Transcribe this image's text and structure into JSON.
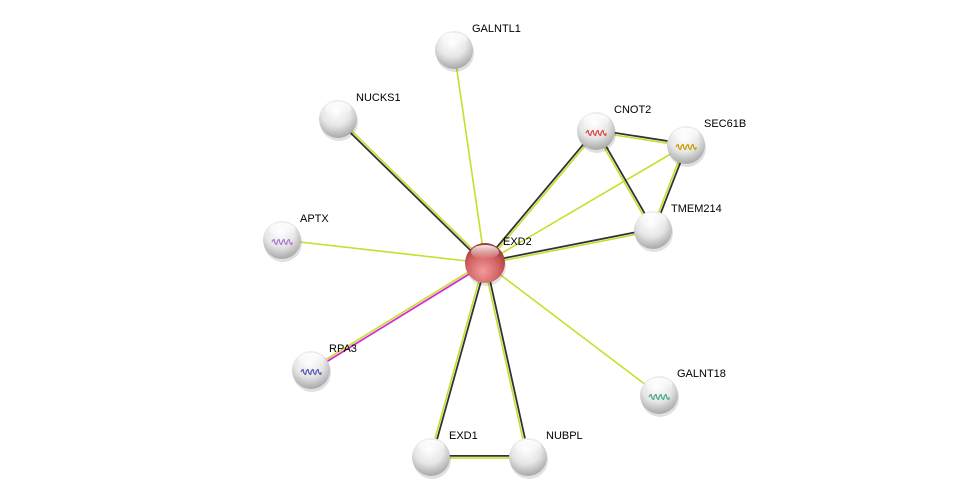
{
  "network": {
    "colors": {
      "textmining": "#c4e02a",
      "coexpression": "#333333",
      "experiments": "#d629d6",
      "query_node": "#d35a5a",
      "node": "#e8e8e8"
    },
    "nodes": [
      {
        "id": "EXD2",
        "label": "EXD2",
        "query": true
      },
      {
        "id": "GALNTL1",
        "label": "GALNTL1"
      },
      {
        "id": "NUCKS1",
        "label": "NUCKS1"
      },
      {
        "id": "CNOT2",
        "label": "CNOT2",
        "structure": "#d44"
      },
      {
        "id": "SEC61B",
        "label": "SEC61B",
        "structure": "#c90"
      },
      {
        "id": "TMEM214",
        "label": "TMEM214"
      },
      {
        "id": "APTX",
        "label": "APTX",
        "structure": "#a7c"
      },
      {
        "id": "RPA3",
        "label": "RPA3",
        "structure": "#55b"
      },
      {
        "id": "GALNT18",
        "label": "GALNT18",
        "structure": "#4a8"
      },
      {
        "id": "EXD1",
        "label": "EXD1"
      },
      {
        "id": "NUBPL",
        "label": "NUBPL"
      }
    ],
    "edges": [
      {
        "a": "EXD2",
        "b": "GALNTL1",
        "types": [
          "textmining"
        ]
      },
      {
        "a": "EXD2",
        "b": "NUCKS1",
        "types": [
          "coexpression",
          "textmining"
        ]
      },
      {
        "a": "EXD2",
        "b": "CNOT2",
        "types": [
          "coexpression",
          "textmining"
        ]
      },
      {
        "a": "EXD2",
        "b": "SEC61B",
        "types": [
          "textmining"
        ]
      },
      {
        "a": "EXD2",
        "b": "TMEM214",
        "types": [
          "coexpression",
          "textmining"
        ]
      },
      {
        "a": "EXD2",
        "b": "APTX",
        "types": [
          "textmining"
        ]
      },
      {
        "a": "EXD2",
        "b": "RPA3",
        "types": [
          "experiments",
          "textmining"
        ]
      },
      {
        "a": "EXD2",
        "b": "GALNT18",
        "types": [
          "textmining"
        ]
      },
      {
        "a": "EXD2",
        "b": "EXD1",
        "types": [
          "coexpression",
          "textmining"
        ]
      },
      {
        "a": "EXD2",
        "b": "NUBPL",
        "types": [
          "coexpression",
          "textmining"
        ]
      },
      {
        "a": "EXD1",
        "b": "NUBPL",
        "types": [
          "coexpression",
          "textmining"
        ]
      },
      {
        "a": "CNOT2",
        "b": "SEC61B",
        "types": [
          "coexpression",
          "textmining"
        ]
      },
      {
        "a": "CNOT2",
        "b": "TMEM214",
        "types": [
          "coexpression",
          "textmining"
        ]
      },
      {
        "a": "SEC61B",
        "b": "TMEM214",
        "types": [
          "coexpression",
          "textmining"
        ]
      }
    ]
  }
}
